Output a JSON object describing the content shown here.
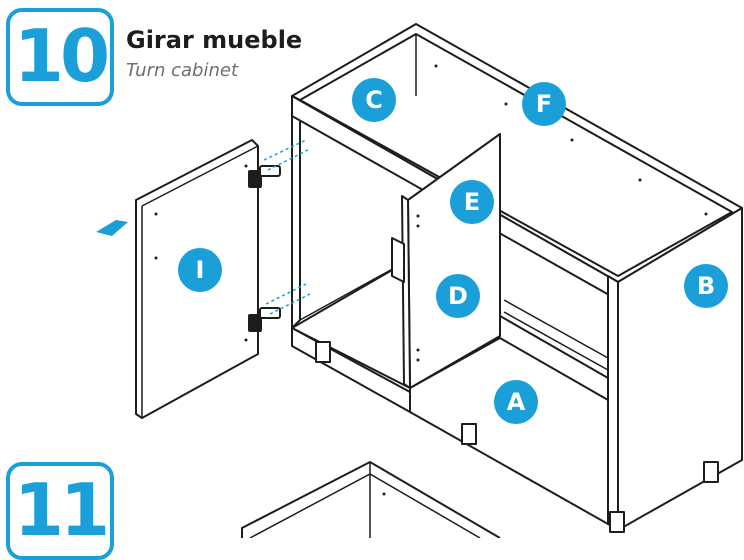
{
  "steps": [
    {
      "number": "10",
      "title": "Girar mueble",
      "subtitle": "Turn cabinet"
    },
    {
      "number": "11"
    }
  ],
  "parts": [
    "A",
    "B",
    "C",
    "D",
    "E",
    "F",
    "I"
  ],
  "colors": {
    "accent": "#1a9fd8",
    "line": "#1d1d1b",
    "title": "#1d1d1b",
    "subtitle": "#6f6f6f"
  },
  "icons": {
    "direction_arrow": "arrow-right-icon",
    "hinge": "hinge-icon"
  }
}
